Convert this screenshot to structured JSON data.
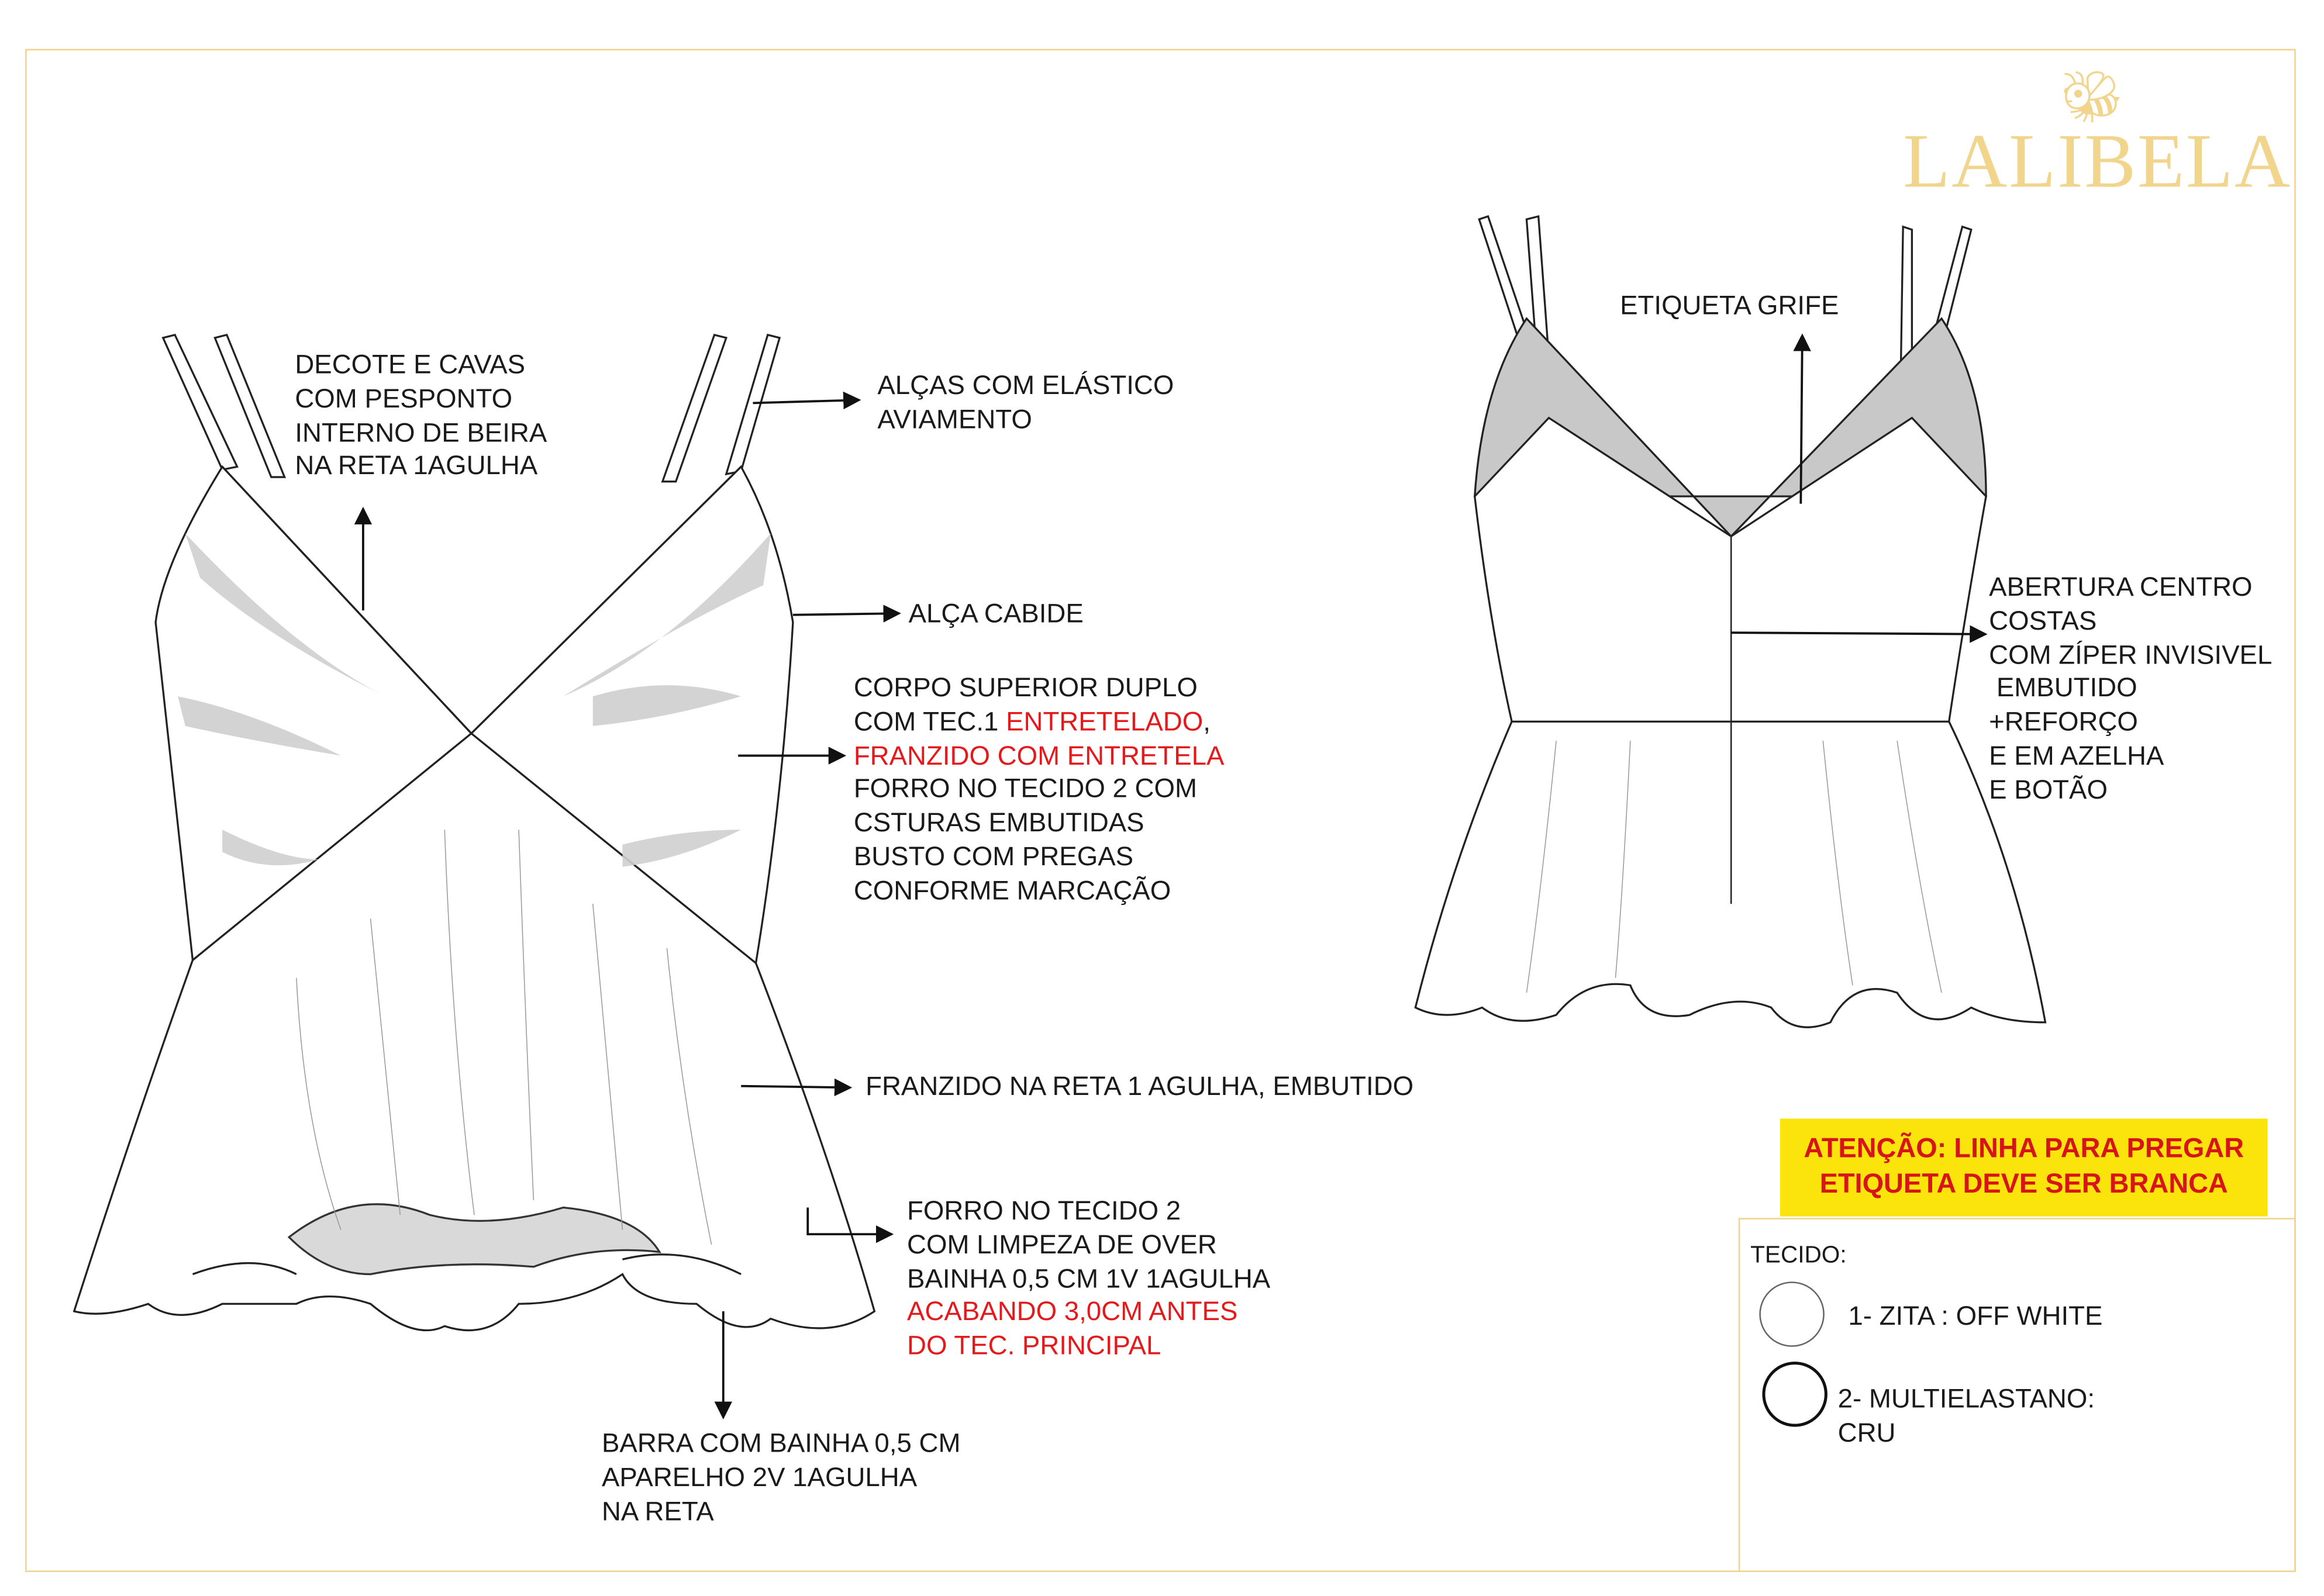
{
  "brand": {
    "logo_text": "LALIBELA",
    "logo_color": "#f2d58c"
  },
  "front_notes": [
    {
      "id": "decote",
      "lines": [
        {
          "text": "DECOTE E CAVAS"
        },
        {
          "text": "COM PESPONTO"
        },
        {
          "text": "INTERNO DE BEIRA"
        },
        {
          "text": "NA RETA 1AGULHA"
        }
      ]
    },
    {
      "id": "alcas",
      "lines": [
        {
          "text": "ALÇAS COM ELÁSTICO"
        },
        {
          "text": "AVIAMENTO"
        }
      ]
    },
    {
      "id": "alca-cabide",
      "lines": [
        {
          "text": "ALÇA CABIDE"
        }
      ]
    },
    {
      "id": "corpo-superior",
      "lines": [
        {
          "text": "CORPO SUPERIOR DUPLO"
        },
        {
          "parts": [
            {
              "text": "COM TEC.1 "
            },
            {
              "text": "ENTRETELADO",
              "red": true
            },
            {
              "text": ","
            }
          ]
        },
        {
          "text": "FRANZIDO COM ENTRETELA",
          "red": true
        },
        {
          "text": "FORRO NO TECIDO 2 COM"
        },
        {
          "text": "CSTURAS EMBUTIDAS"
        },
        {
          "text": "BUSTO COM PREGAS"
        },
        {
          "text": "CONFORME MARCAÇÃO"
        }
      ]
    },
    {
      "id": "franzido",
      "lines": [
        {
          "text": "FRANZIDO NA RETA 1 AGULHA, EMBUTIDO"
        }
      ]
    },
    {
      "id": "forro",
      "lines": [
        {
          "text": "FORRO NO TECIDO 2"
        },
        {
          "text": "COM LIMPEZA DE OVER"
        },
        {
          "text": "BAINHA 0,5 CM 1V 1AGULHA"
        },
        {
          "text": "ACABANDO 3,0CM ANTES",
          "red": true
        },
        {
          "text": "DO TEC. PRINCIPAL",
          "red": true
        }
      ]
    },
    {
      "id": "barra",
      "lines": [
        {
          "text": "BARRA COM BAINHA 0,5 CM"
        },
        {
          "text": "APARELHO 2V 1AGULHA"
        },
        {
          "text": "NA RETA"
        }
      ]
    }
  ],
  "back_notes": [
    {
      "id": "etiqueta",
      "lines": [
        {
          "text": "ETIQUETA GRIFE"
        }
      ]
    },
    {
      "id": "abertura",
      "lines": [
        {
          "text": "ABERTURA CENTRO"
        },
        {
          "text": "COSTAS"
        },
        {
          "text": "COM ZÍPER INVISIVEL"
        },
        {
          "text": " EMBUTIDO"
        },
        {
          "text": "+REFORÇO"
        },
        {
          "text": "E EM AZELHA"
        },
        {
          "text": "E BOTÃO"
        }
      ]
    }
  ],
  "warning": {
    "line1": "ATENÇÃO: LINHA PARA PREGAR",
    "line2": "ETIQUETA DEVE SER BRANCA",
    "bg_color": "#fbe30c",
    "text_color": "#d7141a"
  },
  "fabric": {
    "title": "TECIDO:",
    "items": [
      {
        "label": "1- ZITA : OFF WHITE"
      },
      {
        "label": "2- MULTIELASTANO:\nCRU"
      }
    ]
  }
}
